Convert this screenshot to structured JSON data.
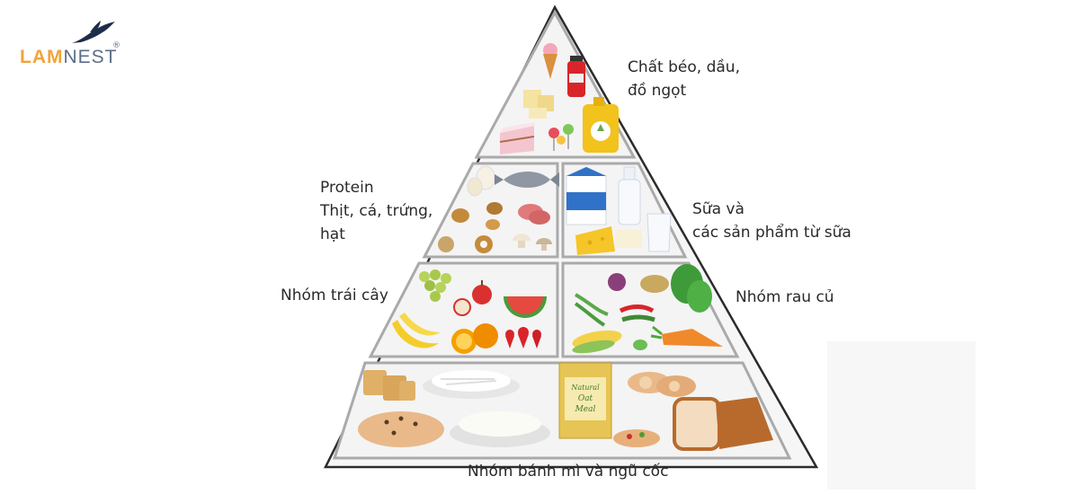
{
  "logo": {
    "la": "LAM",
    "nest": "NEST",
    "reg": "®"
  },
  "levels": {
    "top": {
      "line1": "Chất béo, dầu,",
      "line2": "đồ ngọt"
    },
    "protein": {
      "line1": "Protein",
      "line2": "Thịt, cá, trứng,",
      "line3": "hạt"
    },
    "dairy": {
      "line1": "Sữa và",
      "line2": "các sản phẩm từ sữa"
    },
    "fruit": {
      "line1": "Nhóm trái cây"
    },
    "veg": {
      "line1": "Nhóm rau củ"
    },
    "grain": {
      "line1": "Nhóm bánh mì và ngũ cốc"
    }
  },
  "colors": {
    "outline": "#2b2b2b",
    "inner_border": "#9a9a9a",
    "fill": "#f3f3f3",
    "logo_orange": "#f2a33a",
    "logo_blue": "#5b6e8a"
  },
  "oat_box": {
    "line1": "Natural",
    "line2": "Oat",
    "line3": "Meal"
  }
}
